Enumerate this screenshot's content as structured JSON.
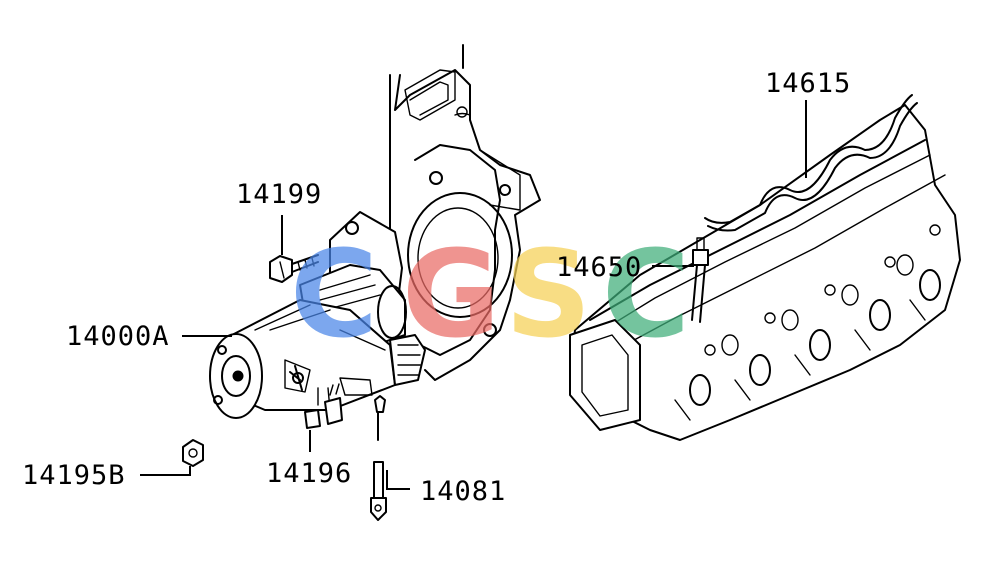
{
  "parts": {
    "p14615": "14615",
    "p14199": "14199",
    "p14650": "14650",
    "p14000A": "14000A",
    "p14195B": "14195B",
    "p14196": "14196",
    "p14081": "14081"
  },
  "watermark": {
    "text": "CGSC",
    "colors": [
      "#4a86e8",
      "#ea6b66",
      "#f6d155",
      "#3fae7a"
    ]
  }
}
